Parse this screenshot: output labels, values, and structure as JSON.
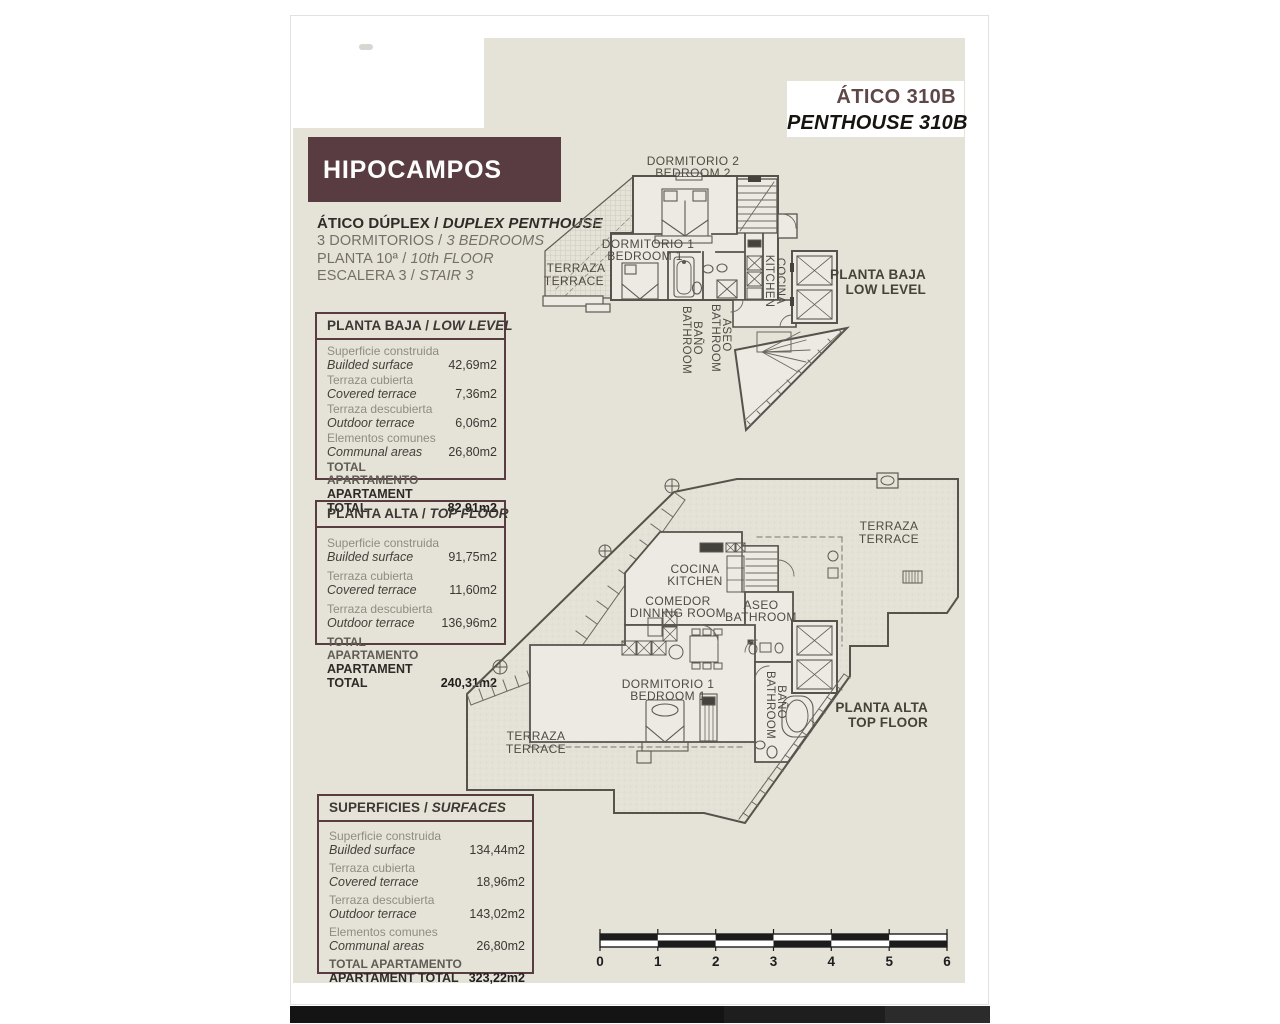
{
  "header": {
    "project_title": "HIPOCAMPOS",
    "unit_title_es": "ÁTICO 310B",
    "unit_title_en": "PENTHOUSE 310B"
  },
  "details": [
    {
      "es": "ÁTICO DÚPLEX",
      "en": "DUPLEX PENTHOUSE"
    },
    {
      "es": "3 DORMITORIOS",
      "en": "3 BEDROOMS"
    },
    {
      "es": "PLANTA 10ª",
      "en": "10th FLOOR"
    },
    {
      "es": "ESCALERA 3",
      "en": "STAIR 3"
    }
  ],
  "panels": [
    {
      "title_es": "PLANTA BAJA",
      "title_en": "LOW LEVEL",
      "rows": [
        {
          "label_es": "Superficie construida",
          "label_en": "Builded surface",
          "value": "42,69m2"
        },
        {
          "label_es": "Terraza cubierta",
          "label_en": "Covered terrace",
          "value": "7,36m2"
        },
        {
          "label_es": "Terraza descubierta",
          "label_en": "Outdoor terrace",
          "value": "6,06m2"
        },
        {
          "label_es": "Elementos comunes",
          "label_en": "Communal areas",
          "value": "26,80m2"
        }
      ],
      "total": {
        "label_es": "TOTAL APARTAMENTO",
        "label_en": "APARTAMENT TOTAL",
        "value": "82,91m2"
      }
    },
    {
      "title_es": "PLANTA ALTA",
      "title_en": "TOP FLOOR",
      "rows": [
        {
          "label_es": "Superficie construida",
          "label_en": "Builded surface",
          "value": "91,75m2"
        },
        {
          "label_es": "Terraza cubierta",
          "label_en": "Covered terrace",
          "value": "11,60m2"
        },
        {
          "label_es": "Terraza descubierta",
          "label_en": "Outdoor terrace",
          "value": "136,96m2"
        }
      ],
      "total": {
        "label_es": "TOTAL APARTAMENTO",
        "label_en": "APARTAMENT TOTAL",
        "value": "240,31m2"
      }
    },
    {
      "title_es": "SUPERFICIES",
      "title_en": "SURFACES",
      "rows": [
        {
          "label_es": "Superficie construida",
          "label_en": "Builded surface",
          "value": "134,44m2"
        },
        {
          "label_es": "Terraza cubierta",
          "label_en": "Covered terrace",
          "value": "18,96m2"
        },
        {
          "label_es": "Terraza descubierta",
          "label_en": "Outdoor terrace",
          "value": "143,02m2"
        },
        {
          "label_es": "Elementos comunes",
          "label_en": "Communal areas",
          "value": "26,80m2"
        }
      ],
      "total": {
        "label_es": "TOTAL APARTAMENTO",
        "label_en": "APARTAMENT TOTAL",
        "value": "323,22m2"
      }
    }
  ],
  "plans": {
    "upper": {
      "title_es": "PLANTA BAJA",
      "title_en": "LOW LEVEL",
      "rooms": {
        "bedroom2_es": "DORMITORIO 2",
        "bedroom2_en": "BEDROOM 2",
        "bedroom1_es": "DORMITORIO 1",
        "bedroom1_en": "BEDROOM 1",
        "terrace_es": "TERRAZA",
        "terrace_en": "TERRACE",
        "bath_es": "BAÑO",
        "bath_en": "BATHROOM",
        "aseo_es": "ASEO",
        "aseo_en": "BATHROOM",
        "kitchen_es": "COCINA",
        "kitchen_en": "KITCHEN"
      }
    },
    "lower": {
      "title_es": "PLANTA ALTA",
      "title_en": "TOP FLOOR",
      "rooms": {
        "kitchen_es": "COCINA",
        "kitchen_en": "KITCHEN",
        "dining_es": "COMEDOR",
        "dining_en": "DINNING ROOM",
        "aseo_es": "ASEO",
        "aseo_en": "BATHROOM",
        "bedroom1_es": "DORMITORIO 1",
        "bedroom1_en": "BEDROOM 1",
        "bath_es": "BAÑO",
        "bath_en": "BATHROOM",
        "terrace_top_es": "TERRAZA",
        "terrace_top_en": "TERRACE",
        "terrace_bottom_es": "TERRAZA",
        "terrace_bottom_en": "TERRACE"
      }
    }
  },
  "scale_bar": {
    "ticks": [
      "0",
      "1",
      "2",
      "3",
      "4",
      "5",
      "6"
    ]
  }
}
